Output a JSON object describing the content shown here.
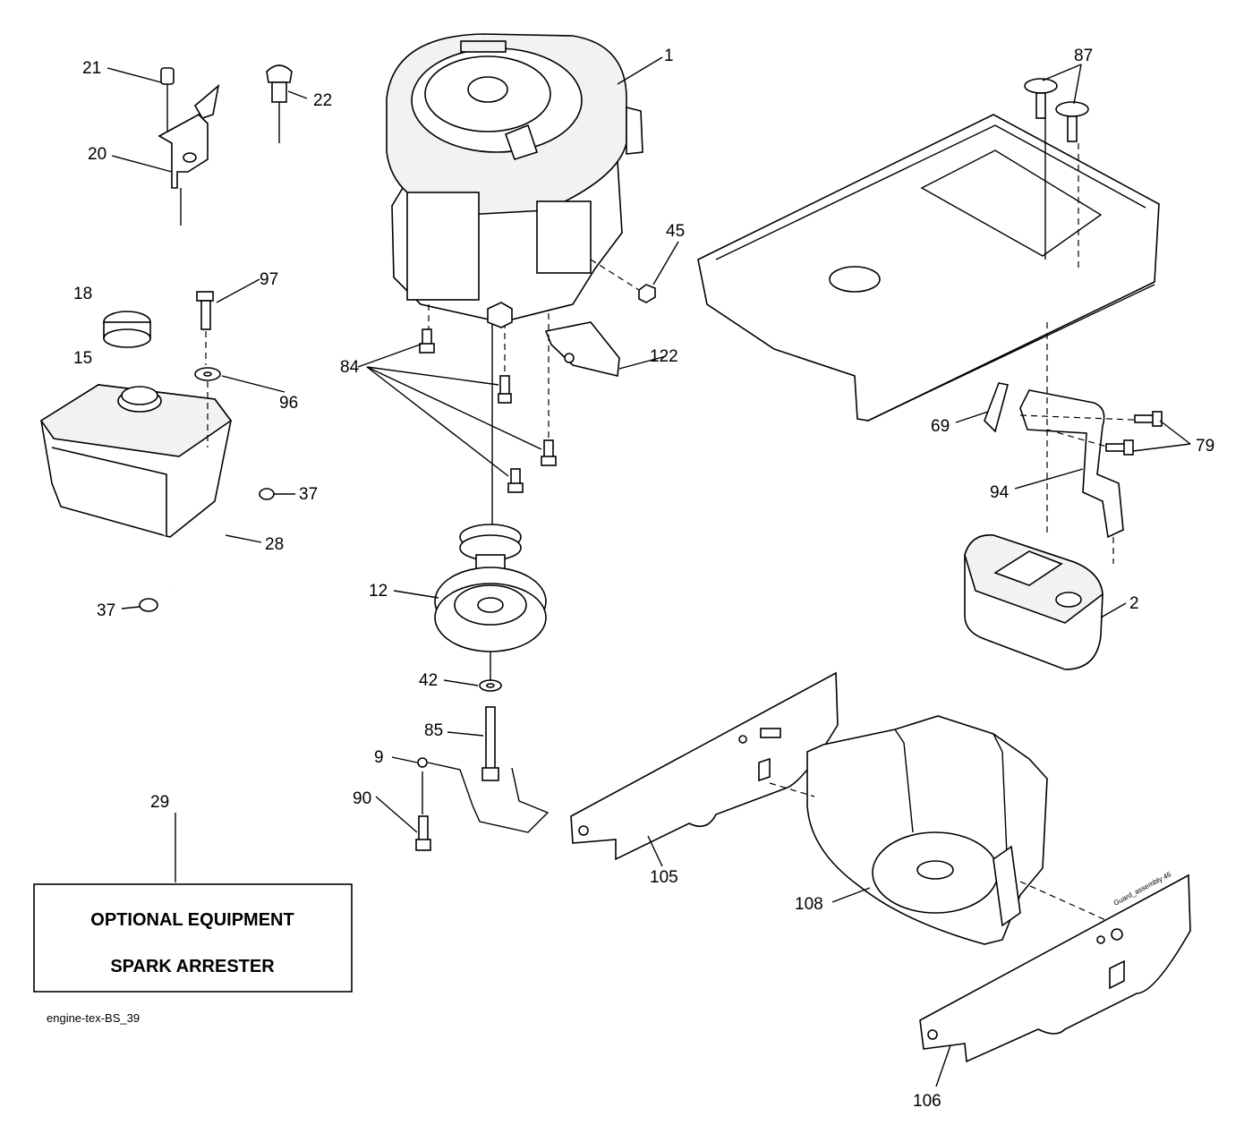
{
  "callouts": [
    "1",
    "2",
    "9",
    "12",
    "15",
    "18",
    "20",
    "21",
    "22",
    "28",
    "29",
    "37",
    "37",
    "42",
    "45",
    "69",
    "79",
    "84",
    "85",
    "87",
    "90",
    "94",
    "96",
    "97",
    "105",
    "106",
    "108",
    "122"
  ],
  "note": {
    "line1": "OPTIONAL EQUIPMENT",
    "line2": "SPARK ARRESTER"
  },
  "footer": {
    "ref": "engine-tex-BS_39",
    "guard_ref": "Guard_assembly 46"
  }
}
